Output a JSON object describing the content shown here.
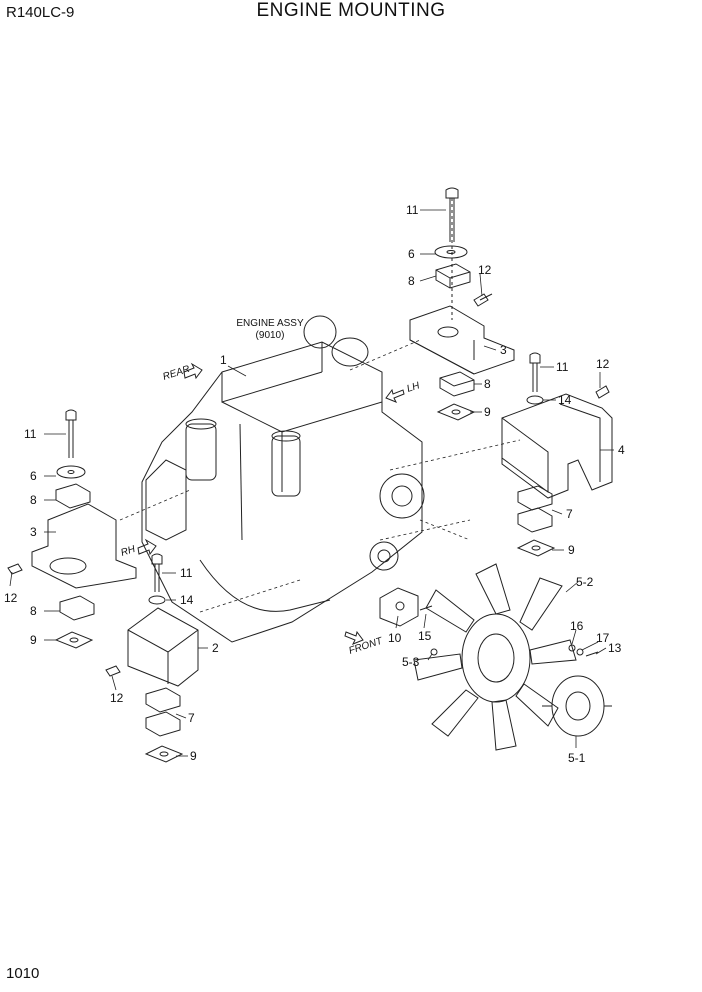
{
  "header": {
    "model": "R140LC-9",
    "title": "ENGINE MOUNTING",
    "page_number": "1010"
  },
  "engine_label": {
    "line1": "ENGINE ASSY",
    "line2": "(9010)"
  },
  "directions": {
    "rear": "REAR",
    "front": "FRONT",
    "lh": "LH",
    "rh": "RH"
  },
  "callouts": {
    "c1": "1",
    "c2": "2",
    "c3_top": "3",
    "c3_left": "3",
    "c4": "4",
    "c5_1": "5-1",
    "c5_2": "5-2",
    "c5_3": "5-3",
    "c6_top": "6",
    "c6_left": "6",
    "c7_right": "7",
    "c7_bottom": "7",
    "c8_top": "8",
    "c8_mid": "8",
    "c8_left": "8",
    "c8_left2": "8",
    "c9_top": "9",
    "c9_right": "9",
    "c9_left": "9",
    "c9_bottom": "9",
    "c10": "10",
    "c11_top": "11",
    "c11_right": "11",
    "c11_left": "11",
    "c11_mid": "11",
    "c12_top": "12",
    "c12_right": "12",
    "c12_left": "12",
    "c12_bottom": "12",
    "c13": "13",
    "c14_right": "14",
    "c14_mid": "14",
    "c15": "15",
    "c16": "16",
    "c17": "17"
  }
}
